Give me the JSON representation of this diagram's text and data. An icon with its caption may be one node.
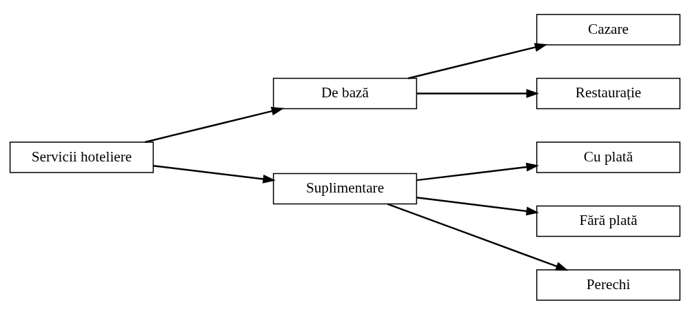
{
  "diagram": {
    "nodes": [
      {
        "text": [
          "Servicii hoteliere"
        ]
      },
      {
        "text": [
          "De bază"
        ]
      },
      {
        "text": [
          "Suplimentare"
        ]
      },
      {
        "text": [
          "Cazare"
        ]
      },
      {
        "text": [
          "Restaurație"
        ]
      },
      {
        "text": [
          "Cu plată"
        ]
      },
      {
        "text": [
          "Fără plată"
        ]
      },
      {
        "text": [
          "Perechi"
        ]
      }
    ],
    "edges": [
      {
        "from": 0,
        "to": 1,
        "arrow": "to"
      },
      {
        "from": 0,
        "to": 2,
        "arrow": "to"
      },
      {
        "from": 1,
        "to": 3,
        "arrow": "to"
      },
      {
        "from": 1,
        "to": 4,
        "arrow": "to"
      },
      {
        "from": 2,
        "to": 5,
        "arrow": "to"
      },
      {
        "from": 2,
        "to": 6,
        "arrow": "to"
      },
      {
        "from": 2,
        "to": 7,
        "arrow": "to"
      }
    ]
  }
}
